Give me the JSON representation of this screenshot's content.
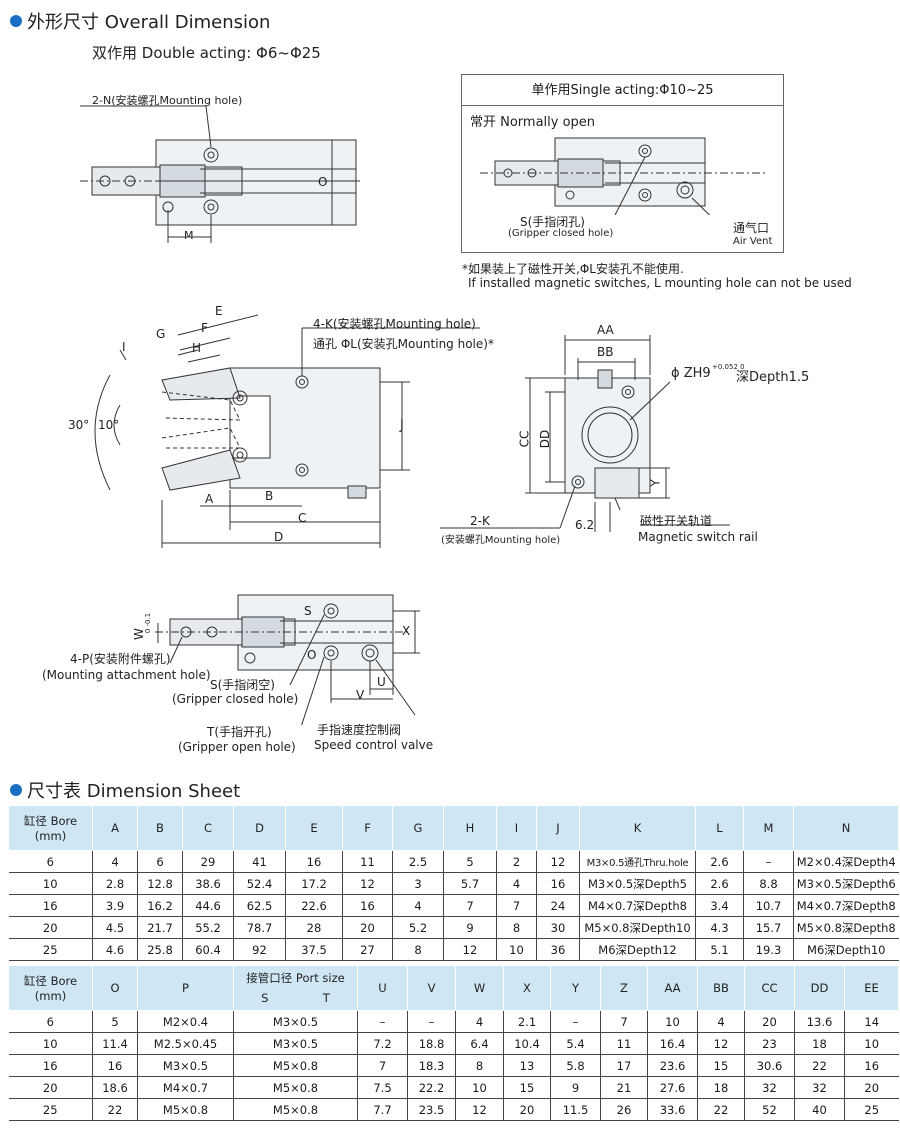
{
  "header": {
    "title": "外形尺寸 Overall Dimension",
    "subtitle": "双作用 Double acting: Φ6~Φ25"
  },
  "drawing": {
    "top_left": {
      "mounting_hole": "2-N(安装螺孔Mounting hole)",
      "O": "O",
      "M": "M"
    },
    "single_acting": {
      "title": "单作用Single acting:Φ10~25",
      "normally_open": "常开 Normally open",
      "gripper_closed_cn": "S(手指闭孔)",
      "gripper_closed_en": "(Gripper closed hole)",
      "air_vent_cn": "通气口",
      "air_vent_en": "Air Vent"
    },
    "note_cn": "*如果装上了磁性开关,ΦL安装孔不能使用.",
    "note_en": "If installed magnetic switches, L mounting hole can not be used",
    "middle_left": {
      "E": "E",
      "F": "F",
      "G": "G",
      "H": "H",
      "I": "I",
      "deg30": "30°",
      "deg10": "10°",
      "mount_k": "4-K(安装螺孔Mounting hole)",
      "thru_l": "通孔 ΦL(安装孔Mounting hole)*",
      "J": "J",
      "A": "A",
      "B": "B",
      "C": "C",
      "D": "D"
    },
    "middle_right": {
      "AA": "AA",
      "BB": "BB",
      "CC": "CC",
      "DD": "DD",
      "Y": "Y",
      "zh9": "ϕ ZH9",
      "tol": "+0.052 0",
      "depth": "深Depth1.5",
      "mount_2k": "2-K",
      "mount_2k_en": "(安装螺孔Mounting hole)",
      "w62": "6.2",
      "rail_cn": "磁性开关轨道",
      "rail_en": "Magnetic switch rail"
    },
    "bottom": {
      "W": "W",
      "Wtol": "0 -0.1",
      "S": "S",
      "O": "O",
      "X": "X",
      "U": "U",
      "V": "V",
      "p_cn": "4-P(安装附件螺孔)",
      "p_en": "(Mounting attachment hole)",
      "s_cn": "S(手指闭空)",
      "s_en": "(Gripper closed hole)",
      "t_cn": "T(手指开孔)",
      "t_en": "(Gripper open hole)",
      "sv_cn": "手指速度控制阀",
      "sv_en": "Speed control valve"
    }
  },
  "sheet": {
    "title": "尺寸表 Dimension Sheet",
    "table1": {
      "headers": [
        "缸径 Bore (mm)",
        "A",
        "B",
        "C",
        "D",
        "E",
        "F",
        "G",
        "H",
        "I",
        "J",
        "K",
        "L",
        "M",
        "N"
      ],
      "rows": [
        [
          "6",
          "4",
          "6",
          "29",
          "41",
          "16",
          "11",
          "2.5",
          "5",
          "2",
          "12",
          "M3×0.5通孔Thru.hole",
          "2.6",
          "–",
          "M2×0.4深Depth4"
        ],
        [
          "10",
          "2.8",
          "12.8",
          "38.6",
          "52.4",
          "17.2",
          "12",
          "3",
          "5.7",
          "4",
          "16",
          "M3×0.5深Depth5",
          "2.6",
          "8.8",
          "M3×0.5深Depth6"
        ],
        [
          "16",
          "3.9",
          "16.2",
          "44.6",
          "62.5",
          "22.6",
          "16",
          "4",
          "7",
          "7",
          "24",
          "M4×0.7深Depth8",
          "3.4",
          "10.7",
          "M4×0.7深Depth8"
        ],
        [
          "20",
          "4.5",
          "21.7",
          "55.2",
          "78.7",
          "28",
          "20",
          "5.2",
          "9",
          "8",
          "30",
          "M5×0.8深Depth10",
          "4.3",
          "15.7",
          "M5×0.8深Depth8"
        ],
        [
          "25",
          "4.6",
          "25.8",
          "60.4",
          "92",
          "37.5",
          "27",
          "8",
          "12",
          "10",
          "36",
          "M6深Depth12",
          "5.1",
          "19.3",
          "M6深Depth10"
        ]
      ]
    },
    "table2": {
      "headers": [
        "缸径 Bore (mm)",
        "O",
        "P",
        "接管口径 Port size",
        "U",
        "V",
        "W",
        "X",
        "Y",
        "Z",
        "AA",
        "BB",
        "CC",
        "DD",
        "EE"
      ],
      "port_sub": [
        "S",
        "T"
      ],
      "rows": [
        [
          "6",
          "5",
          "M2×0.4",
          "M3×0.5",
          "–",
          "–",
          "4",
          "2.1",
          "–",
          "7",
          "10",
          "4",
          "20",
          "13.6",
          "14"
        ],
        [
          "10",
          "11.4",
          "M2.5×0.45",
          "M3×0.5",
          "7.2",
          "18.8",
          "6.4",
          "10.4",
          "5.4",
          "11",
          "16.4",
          "12",
          "23",
          "18",
          "10"
        ],
        [
          "16",
          "16",
          "M3×0.5",
          "M5×0.8",
          "7",
          "18.3",
          "8",
          "13",
          "5.8",
          "17",
          "23.6",
          "15",
          "30.6",
          "22",
          "16"
        ],
        [
          "20",
          "18.6",
          "M4×0.7",
          "M5×0.8",
          "7.5",
          "22.2",
          "10",
          "15",
          "9",
          "21",
          "27.6",
          "18",
          "32",
          "32",
          "20"
        ],
        [
          "25",
          "22",
          "M5×0.8",
          "M5×0.8",
          "7.7",
          "23.5",
          "12",
          "20",
          "11.5",
          "26",
          "33.6",
          "22",
          "52",
          "40",
          "25"
        ]
      ]
    }
  }
}
